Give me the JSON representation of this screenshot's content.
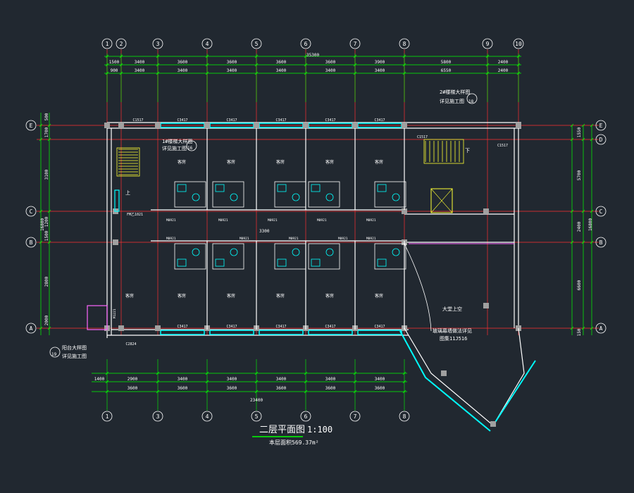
{
  "colors": {
    "background": "#212830",
    "dim_line": "#00ff00",
    "axis_line": "#ff3030",
    "wall": "#ffffff",
    "window": "#00ffff",
    "column": "#a0a0a0",
    "door": "#00ffff",
    "stair": "#ffff33",
    "room_text": "#ffffff",
    "door_text": "#ff66ff"
  },
  "grid_axes_top": [
    "1",
    "2",
    "3",
    "4",
    "5",
    "6",
    "7",
    "8",
    "9",
    "10"
  ],
  "grid_axes_bottom": [
    "1",
    "3",
    "4",
    "5",
    "6",
    "7",
    "8"
  ],
  "grid_axes_side": [
    "E",
    "D",
    "C",
    "B",
    "A"
  ],
  "dims": {
    "top_total": "35300",
    "top_row1": [
      "1500",
      "3400",
      "3600",
      "3600",
      "3600",
      "3600",
      "3900",
      "5800",
      "2400"
    ],
    "top_row2": [
      "900",
      "3400",
      "3400",
      "3400",
      "3400",
      "3400",
      "3400",
      "6550",
      "2400"
    ],
    "bottom_row1": [
      "1400",
      "2900",
      "3400",
      "3400",
      "3400",
      "3400",
      "3400"
    ],
    "bottom_row2": [
      "3600",
      "3600",
      "3600",
      "3600",
      "3600",
      "3600"
    ],
    "bottom_total": "23400",
    "left_total": "16800",
    "right_total": "16800",
    "right_parts": [
      "1550",
      "5700",
      "2400",
      "6600",
      "150"
    ],
    "left_parts": [
      "500",
      "1700",
      "3100",
      "1200",
      "1500",
      "2800",
      "2000"
    ],
    "corridor_mid": "3300"
  },
  "rooms": {
    "guest_room": "客房",
    "lobby": "大堂上空",
    "corridor_note": "二层平面"
  },
  "windows": {
    "c3417": "C3417",
    "c1517": "C1517",
    "c2824": "C2824"
  },
  "doors": {
    "m0921": "M0921",
    "m1221": "M1221",
    "fmz": "FM乙1021"
  },
  "notes": {
    "stair_detail_top": "2#楼梯大样图",
    "stair_detail_top_ref": "18",
    "stair_detail_left": "1#楼梯大样图",
    "stair_detail_left_ref": "16",
    "detail_sub": "详见施工图",
    "curtain_wall": "玻璃幕墙做法详见",
    "curtain_wall_2": "图集11J516",
    "bottom_left_note": "阳台大样图",
    "bottom_left_ref": "19",
    "up": "上",
    "down": "下"
  },
  "title": {
    "main": "二层平面图",
    "scale": "1:100",
    "area": "本层面积569.37m²"
  }
}
